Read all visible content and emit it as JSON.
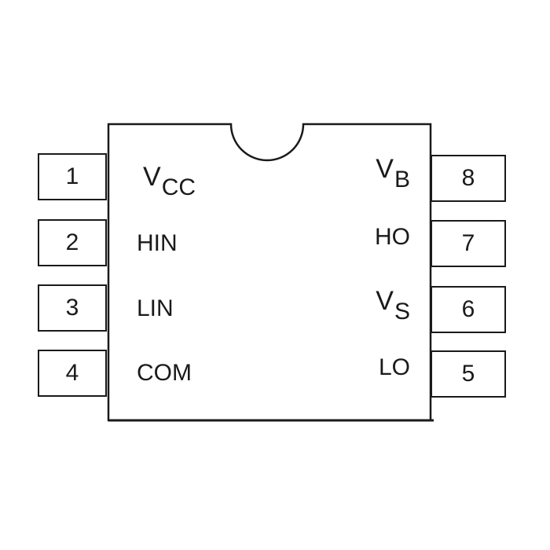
{
  "pins": {
    "left": [
      {
        "number": "1",
        "main": "V",
        "sub": "CC"
      },
      {
        "number": "2",
        "main": "HIN",
        "sub": ""
      },
      {
        "number": "3",
        "main": "LIN",
        "sub": ""
      },
      {
        "number": "4",
        "main": "COM",
        "sub": ""
      }
    ],
    "right": [
      {
        "number": "8",
        "main": "V",
        "sub": "B"
      },
      {
        "number": "7",
        "main": "HO",
        "sub": ""
      },
      {
        "number": "6",
        "main": "V",
        "sub": "S"
      },
      {
        "number": "5",
        "main": "LO",
        "sub": ""
      }
    ]
  },
  "colors": {
    "stroke": "#1a1a1a",
    "background": "#ffffff"
  }
}
